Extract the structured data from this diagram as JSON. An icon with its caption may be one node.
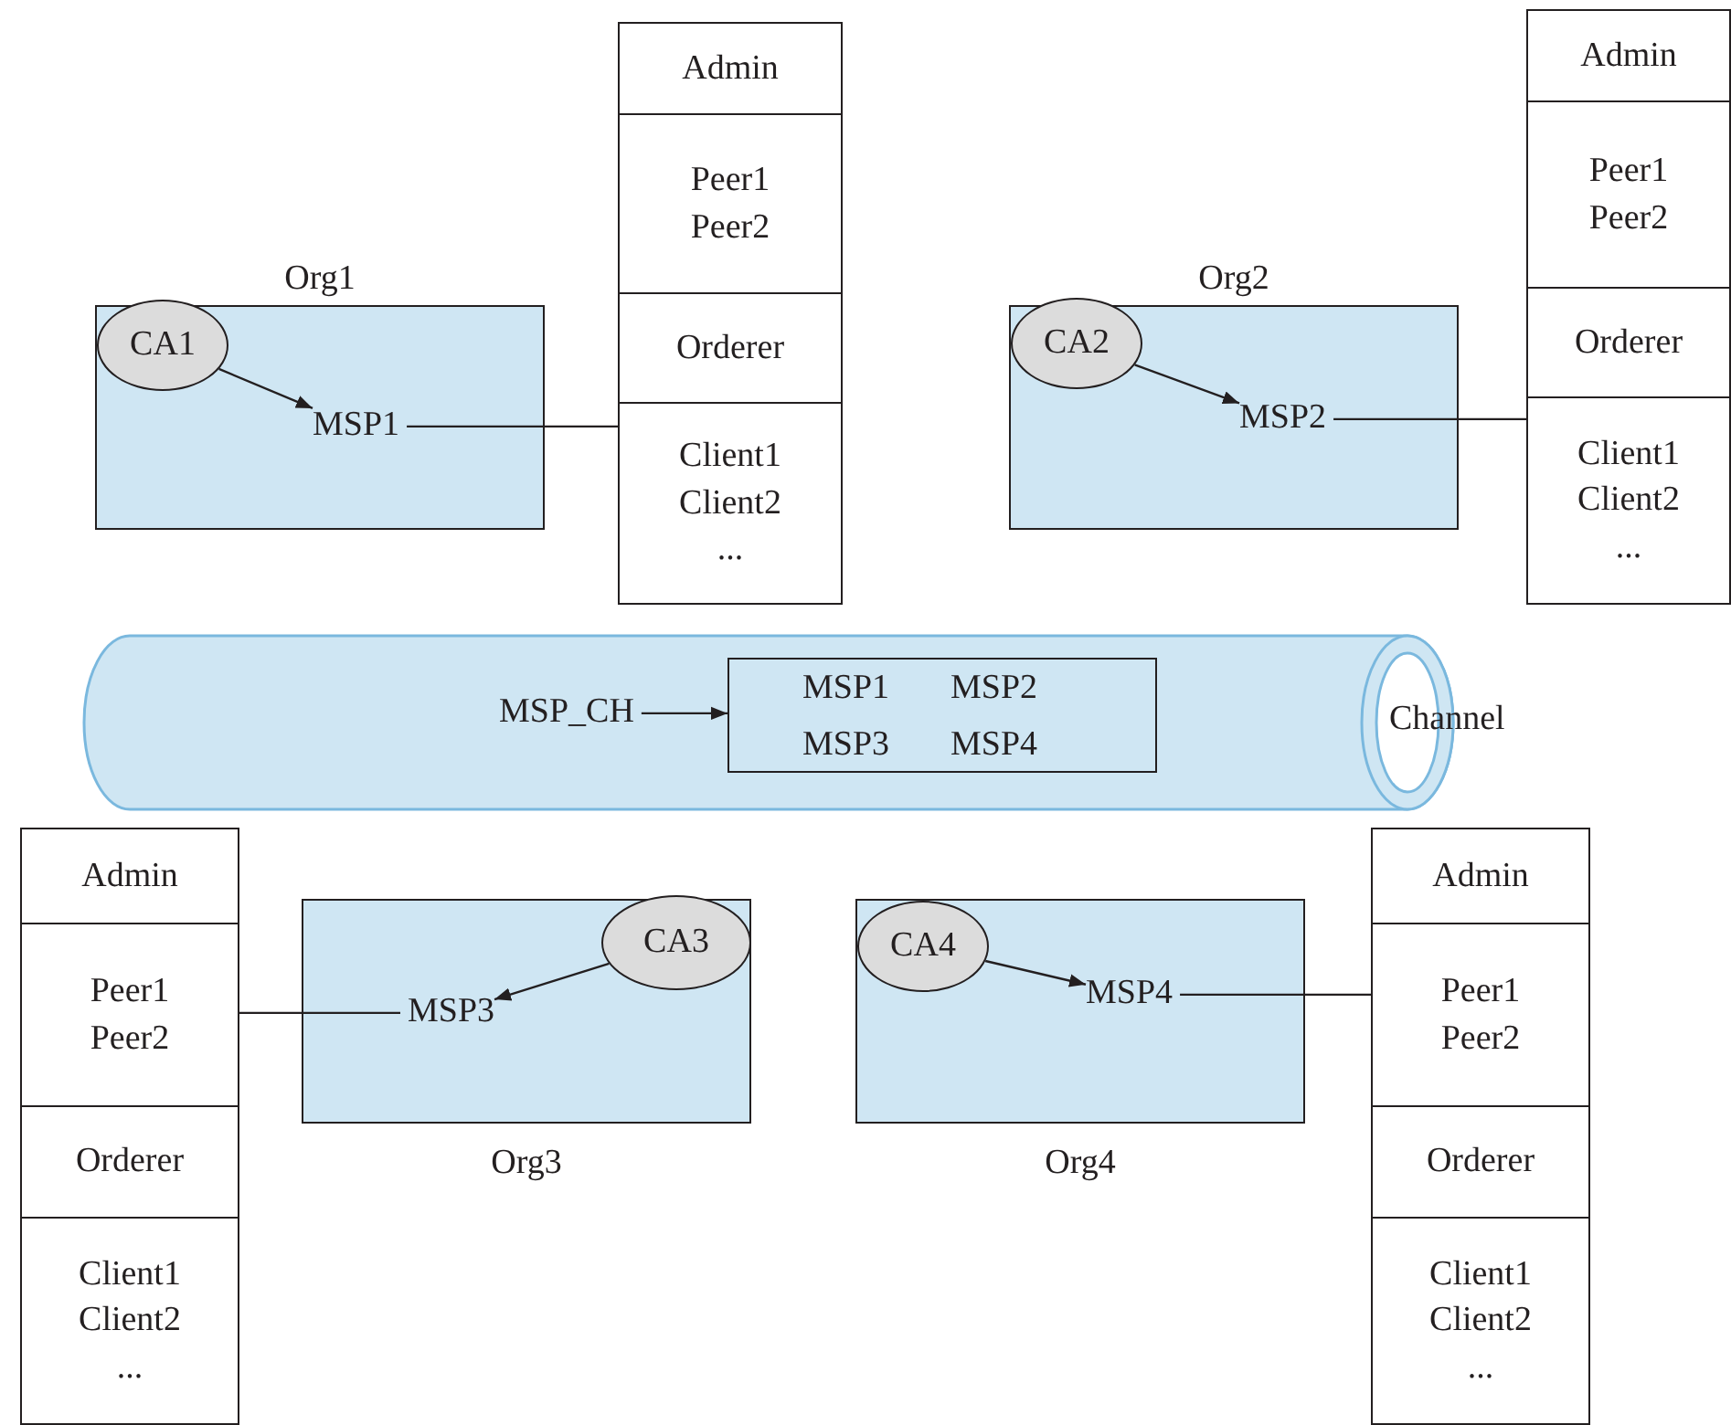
{
  "diagram": {
    "nodes": [
      {
        "text": [
          "Admin"
        ]
      },
      {
        "text": [
          "Peer1 Peer2"
        ]
      },
      {
        "text": [
          "Orderer"
        ]
      },
      {
        "text": [
          "Client1 Client2 ..."
        ]
      },
      {
        "text": [
          "Admin"
        ]
      },
      {
        "text": [
          "Peer1 Peer2"
        ]
      },
      {
        "text": [
          "Orderer"
        ]
      },
      {
        "text": [
          "Client1 Client2 ..."
        ]
      },
      {
        "text": [
          "Org1"
        ]
      },
      {
        "text": [
          "CA1"
        ],
        "in": 8
      },
      {
        "text": [
          "MSP1"
        ],
        "in": 8
      },
      {
        "text": [
          "Org2"
        ]
      },
      {
        "text": [
          "CA2"
        ],
        "in": 11
      },
      {
        "text": [
          "MSP2"
        ],
        "in": 11
      },
      {
        "text": [
          "Channel"
        ]
      },
      {
        "text": [
          "MSP_CH"
        ],
        "in": 14
      },
      {
        "text": [
          "MSP1",
          "MSP2",
          "MSP3",
          "MSP4"
        ],
        "in": 14
      },
      {
        "text": [
          "Admin"
        ]
      },
      {
        "text": [
          "Peer1 Peer2"
        ]
      },
      {
        "text": [
          "Orderer"
        ]
      },
      {
        "text": [
          "Client1 Client2 ..."
        ]
      },
      {
        "text": [
          "Org3"
        ]
      },
      {
        "text": [
          "CA3"
        ],
        "in": 21
      },
      {
        "text": [
          "MSP3"
        ],
        "in": 21
      },
      {
        "text": [
          "Org4"
        ]
      },
      {
        "text": [
          "CA4"
        ],
        "in": 24
      },
      {
        "text": [
          "MSP4"
        ],
        "in": 24
      },
      {
        "text": [
          "Admin"
        ]
      },
      {
        "text": [
          "Peer1 Peer2"
        ]
      },
      {
        "text": [
          "Orderer"
        ]
      },
      {
        "text": [
          "Client1 Client2 ..."
        ]
      }
    ],
    "edges": [
      {
        "from": 9,
        "to": 10,
        "arrow": "to"
      },
      {
        "from": 10,
        "to": 3,
        "arrow": "none"
      },
      {
        "from": 12,
        "to": 13,
        "arrow": "to"
      },
      {
        "from": 13,
        "to": 7,
        "arrow": "none"
      },
      {
        "from": 15,
        "to": 16,
        "arrow": "to"
      },
      {
        "from": 22,
        "to": 23,
        "arrow": "to"
      },
      {
        "from": 23,
        "to": 18,
        "arrow": "none"
      },
      {
        "from": 25,
        "to": 26,
        "arrow": "to"
      },
      {
        "from": 26,
        "to": 28,
        "arrow": "none"
      }
    ]
  }
}
